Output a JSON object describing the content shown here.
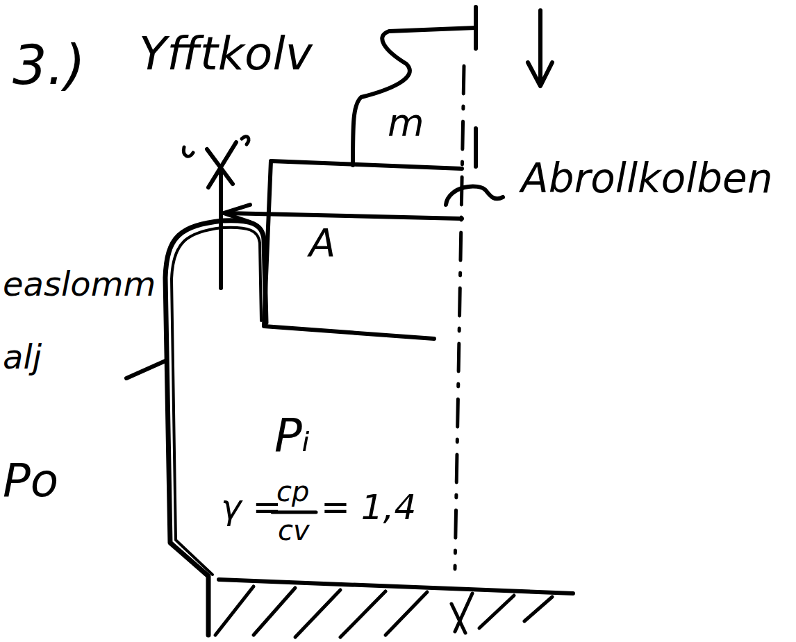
{
  "diagram": {
    "labels": [
      "3.)",
      "Yfftkolv",
      "m",
      "Abrollkolben",
      "A",
      "easlomm",
      "alj",
      "Po",
      "Pᵢ",
      "γ =",
      "cp",
      "cv",
      "= 1,4"
    ]
  }
}
